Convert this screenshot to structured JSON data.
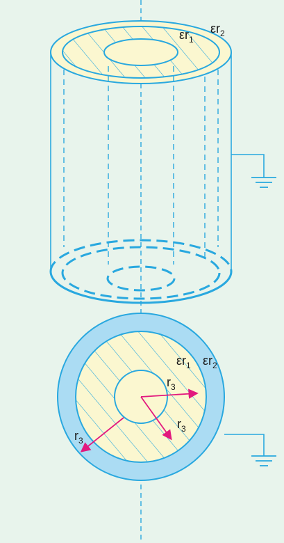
{
  "colors": {
    "background": "#E8F4EC",
    "line": "#29A8DF",
    "ring_fill": "#FBF7D0",
    "inner_fill": "#FBF7D0",
    "core_fill": "#FBF7D0",
    "outer_ring_fill": "#ABDCF3",
    "arrow": "#E2197E",
    "text": "#1a1a1a"
  },
  "labels": {
    "top_eps1": {
      "base": "εr",
      "sub": "1"
    },
    "top_eps2": {
      "base": "εr",
      "sub": "2"
    },
    "bottom_eps1": {
      "base": "εr",
      "sub": "1"
    },
    "bottom_eps2": {
      "base": "εr",
      "sub": "2"
    },
    "radius_right": {
      "base": "r",
      "sub": "3"
    },
    "radius_lower": {
      "base": "r",
      "sub": "3"
    },
    "radius_left": {
      "base": "r",
      "sub": "3"
    }
  },
  "icons": {
    "top_ground": "ground-symbol-icon",
    "bottom_ground": "ground-symbol-icon"
  }
}
